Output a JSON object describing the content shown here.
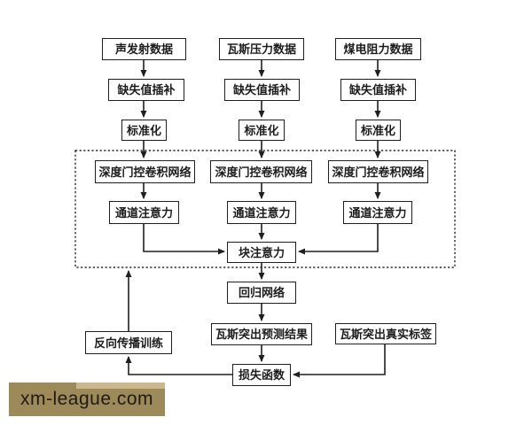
{
  "flowchart": {
    "columns": [
      {
        "input": "声发射数据",
        "impute": "缺失值插补",
        "normalize": "标准化",
        "gated_cnn": "深度门控卷积网络",
        "channel_attention": "通道注意力"
      },
      {
        "input": "瓦斯压力数据",
        "impute": "缺失值插补",
        "normalize": "标准化",
        "gated_cnn": "深度门控卷积网络",
        "channel_attention": "通道注意力"
      },
      {
        "input": "煤电阻力数据",
        "impute": "缺失值插补",
        "normalize": "标准化",
        "gated_cnn": "深度门控卷积网络",
        "channel_attention": "通道注意力"
      }
    ],
    "block_attention": "块注意力",
    "regression_network": "回归网络",
    "prediction_result": "瓦斯突出预测结果",
    "true_label": "瓦斯突出真实标签",
    "loss_function": "损失函数",
    "backprop_training": "反向传播训练"
  },
  "watermark": {
    "text": "xm-league.com"
  },
  "colors": {
    "line": "#1f1f1f",
    "box_border": "#1f1f1f",
    "box_fill": "#ffffff",
    "background": "#ffffff",
    "watermark_band": "#9c8a58",
    "watermark_band_light": "#cbb98d",
    "watermark_text": "#211a10"
  }
}
